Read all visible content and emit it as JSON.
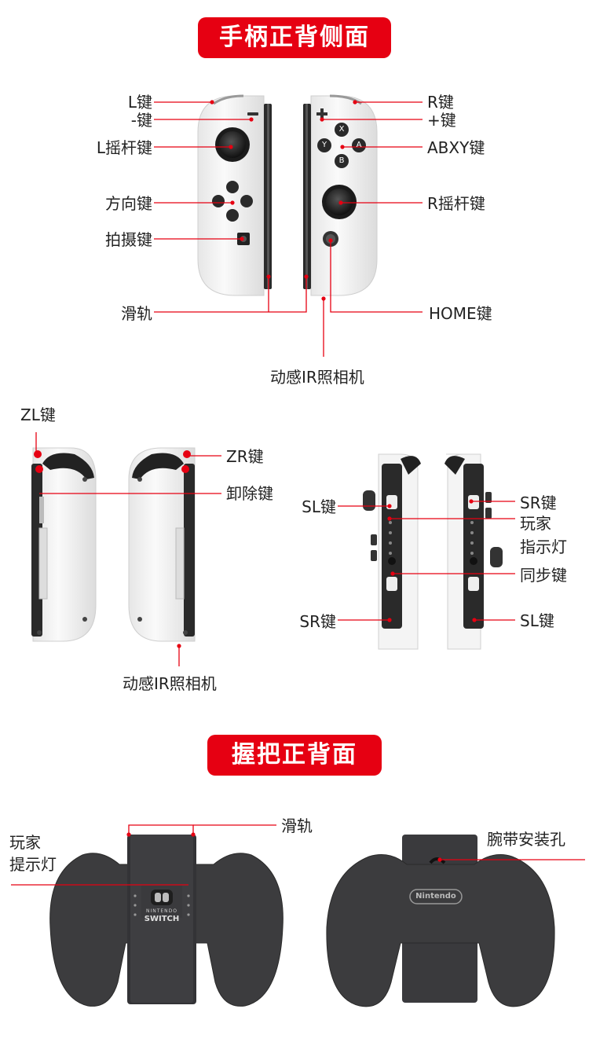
{
  "section_titles": {
    "joycon": "手柄正背侧面",
    "grip": "握把正背面"
  },
  "front_labels": {
    "l_button": "L键",
    "minus_button": "-键",
    "l_stick": "L摇杆键",
    "dpad": "方向键",
    "capture": "拍摄键",
    "rail": "滑轨",
    "r_button": "R键",
    "plus_button": "+键",
    "abxy": "ABXY键",
    "r_stick": "R摇杆键",
    "home": "HOME键",
    "ir_camera": "动感IR照相机"
  },
  "back_labels": {
    "zl": "ZL键",
    "zr": "ZR键",
    "release": "卸除键",
    "ir_camera": "动感IR照相机"
  },
  "side_labels": {
    "sl_left": "SL键",
    "sr_left": "SR键",
    "sr_right": "SR键",
    "player_lights_1": "玩家",
    "player_lights_2": "指示灯",
    "sync": "同步键",
    "sl_right": "SL键"
  },
  "grip_labels": {
    "rail": "滑轨",
    "player_lights_1": "玩家",
    "player_lights_2": "提示灯",
    "strap_hole": "腕带安装孔",
    "switch_logo_line1": "NINTENDO",
    "switch_logo_line2": "SWITCH",
    "nintendo_logo": "Nintendo"
  },
  "button_glyphs": {
    "x": "X",
    "y": "Y",
    "a": "A",
    "b": "B"
  },
  "colors": {
    "accent": "#e60012",
    "joycon_white": "#f2f2f2",
    "grip_dark": "#3c3c3e"
  }
}
